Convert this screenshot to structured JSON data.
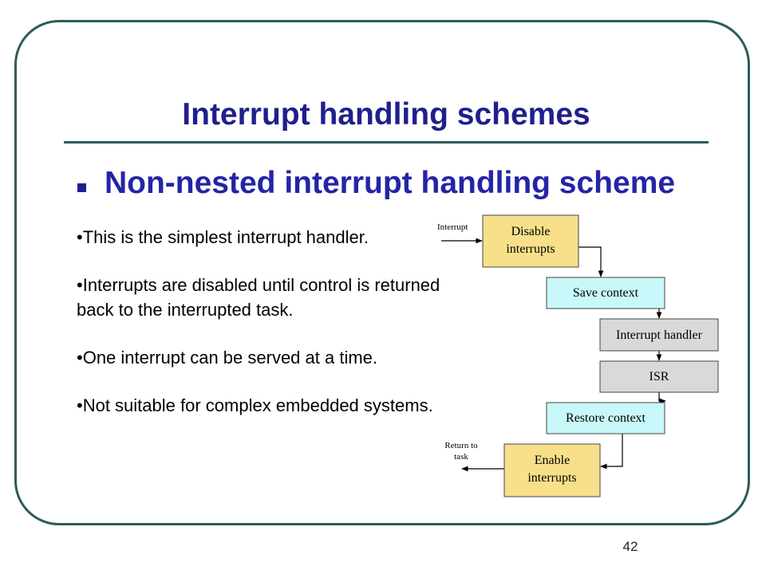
{
  "slide": {
    "title": "Interrupt handling schemes",
    "subtitle": "Non-nested interrupt handling scheme",
    "points": [
      "•This is the simplest interrupt handler.",
      "•Interrupts are disabled until control is returned back to the interrupted task.",
      "•One interrupt can be served at a time.",
      "•Not suitable for complex embedded systems."
    ],
    "page_number": "42"
  },
  "diagram": {
    "entry_label": "Interrupt",
    "exit_label_line1": "Return to",
    "exit_label_line2": "task",
    "steps": [
      {
        "line1": "Disable",
        "line2": "interrupts",
        "color": "#f8e08a"
      },
      {
        "line1": "Save context",
        "line2": "",
        "color": "#c8f8fa"
      },
      {
        "line1": "Interrupt handler",
        "line2": "",
        "color": "#d9d9d9"
      },
      {
        "line1": "ISR",
        "line2": "",
        "color": "#d9d9d9"
      },
      {
        "line1": "Restore context",
        "line2": "",
        "color": "#c8f8fa"
      },
      {
        "line1": "Enable",
        "line2": "interrupts",
        "color": "#f8e08a"
      }
    ]
  }
}
